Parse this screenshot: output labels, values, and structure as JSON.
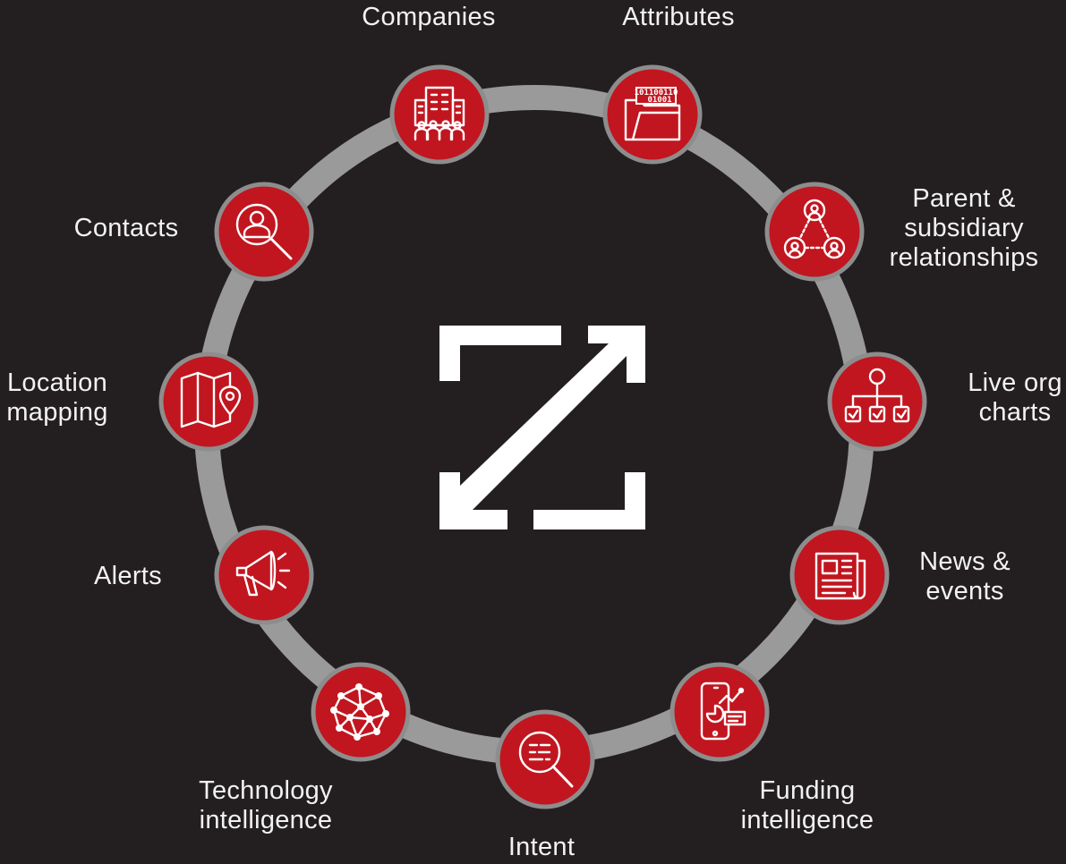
{
  "colors": {
    "background": "#231f20",
    "ring": "#9a9a9a",
    "node_fill": "#c1161f",
    "node_border": "#8d8d8d",
    "icon": "#ffffff",
    "text": "#f2f2f2"
  },
  "center_logo": {
    "icon": "zoominfo-z-logo"
  },
  "nodes": [
    {
      "id": "companies",
      "icon": "office-building-people-icon",
      "label_lines": [
        "Companies"
      ]
    },
    {
      "id": "attributes",
      "icon": "binary-folder-icon",
      "label_lines": [
        "Attributes"
      ]
    },
    {
      "id": "parent-subsidiary",
      "icon": "connected-people-icon",
      "label_lines": [
        "Parent &",
        "subsidiary",
        "relationships"
      ]
    },
    {
      "id": "live-org-charts",
      "icon": "org-chart-icon",
      "label_lines": [
        "Live org",
        "charts"
      ]
    },
    {
      "id": "news-events",
      "icon": "newspaper-icon",
      "label_lines": [
        "News &",
        "events"
      ]
    },
    {
      "id": "funding-intelligence",
      "icon": "mobile-analytics-icon",
      "label_lines": [
        "Funding",
        "intelligence"
      ]
    },
    {
      "id": "intent",
      "icon": "search-document-icon",
      "label_lines": [
        "Intent"
      ]
    },
    {
      "id": "technology-intelligence",
      "icon": "network-mesh-icon",
      "label_lines": [
        "Technology",
        "intelligence"
      ]
    },
    {
      "id": "alerts",
      "icon": "megaphone-icon",
      "label_lines": [
        "Alerts"
      ]
    },
    {
      "id": "location-mapping",
      "icon": "map-pin-icon",
      "label_lines": [
        "Location",
        "mapping"
      ]
    },
    {
      "id": "contacts",
      "icon": "person-search-icon",
      "label_lines": [
        "Contacts"
      ]
    }
  ]
}
